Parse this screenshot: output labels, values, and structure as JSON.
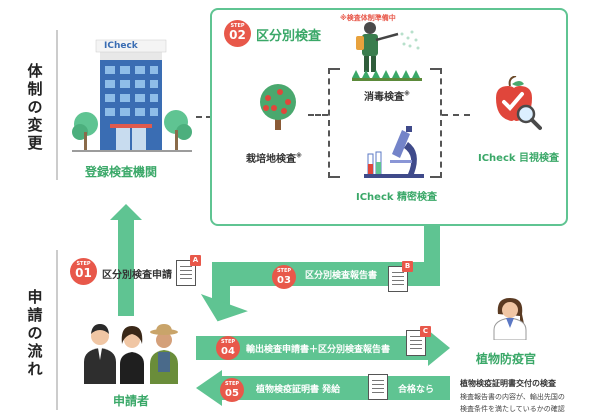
{
  "sections": {
    "system_change": "体制の変更",
    "application_flow": "申請の流れ"
  },
  "registered_agency": {
    "building_sign": "ICheck",
    "label": "登録検査機関"
  },
  "step02": {
    "step_word": "STEP",
    "number": "02",
    "title": "区分別検査",
    "note": "※検査体制準備中",
    "cultivation": "栽培地検査",
    "cultivation_mark": "※",
    "disinfection": "消毒検査",
    "disinfection_mark": "※",
    "precision": "ICheck 精密検査",
    "visual": "ICheck 目視検査"
  },
  "step01": {
    "step_word": "STEP",
    "number": "01",
    "label": "区分別検査申請",
    "doc_tag": "A"
  },
  "step03": {
    "step_word": "STEP",
    "number": "03",
    "label": "区分別検査報告書",
    "doc_tag": "B"
  },
  "step04": {
    "step_word": "STEP",
    "number": "04",
    "label": "輸出検査申請書＋区分別検査報告書",
    "doc_tag": "C"
  },
  "step05": {
    "step_word": "STEP",
    "number": "05",
    "label": "植物検疫証明書 発給",
    "pass_label": "合格なら"
  },
  "applicant": {
    "label": "申請者"
  },
  "quarantine": {
    "label": "植物防疫官",
    "caption_title": "植物検疫証明書交付の検査",
    "caption_line1": "検査報告書の内容が、輸出先国の",
    "caption_line2": "検査条件を満たしているかの確認"
  },
  "colors": {
    "green": "#5fc492",
    "red": "#e8584a",
    "text_green": "#3aa868"
  }
}
